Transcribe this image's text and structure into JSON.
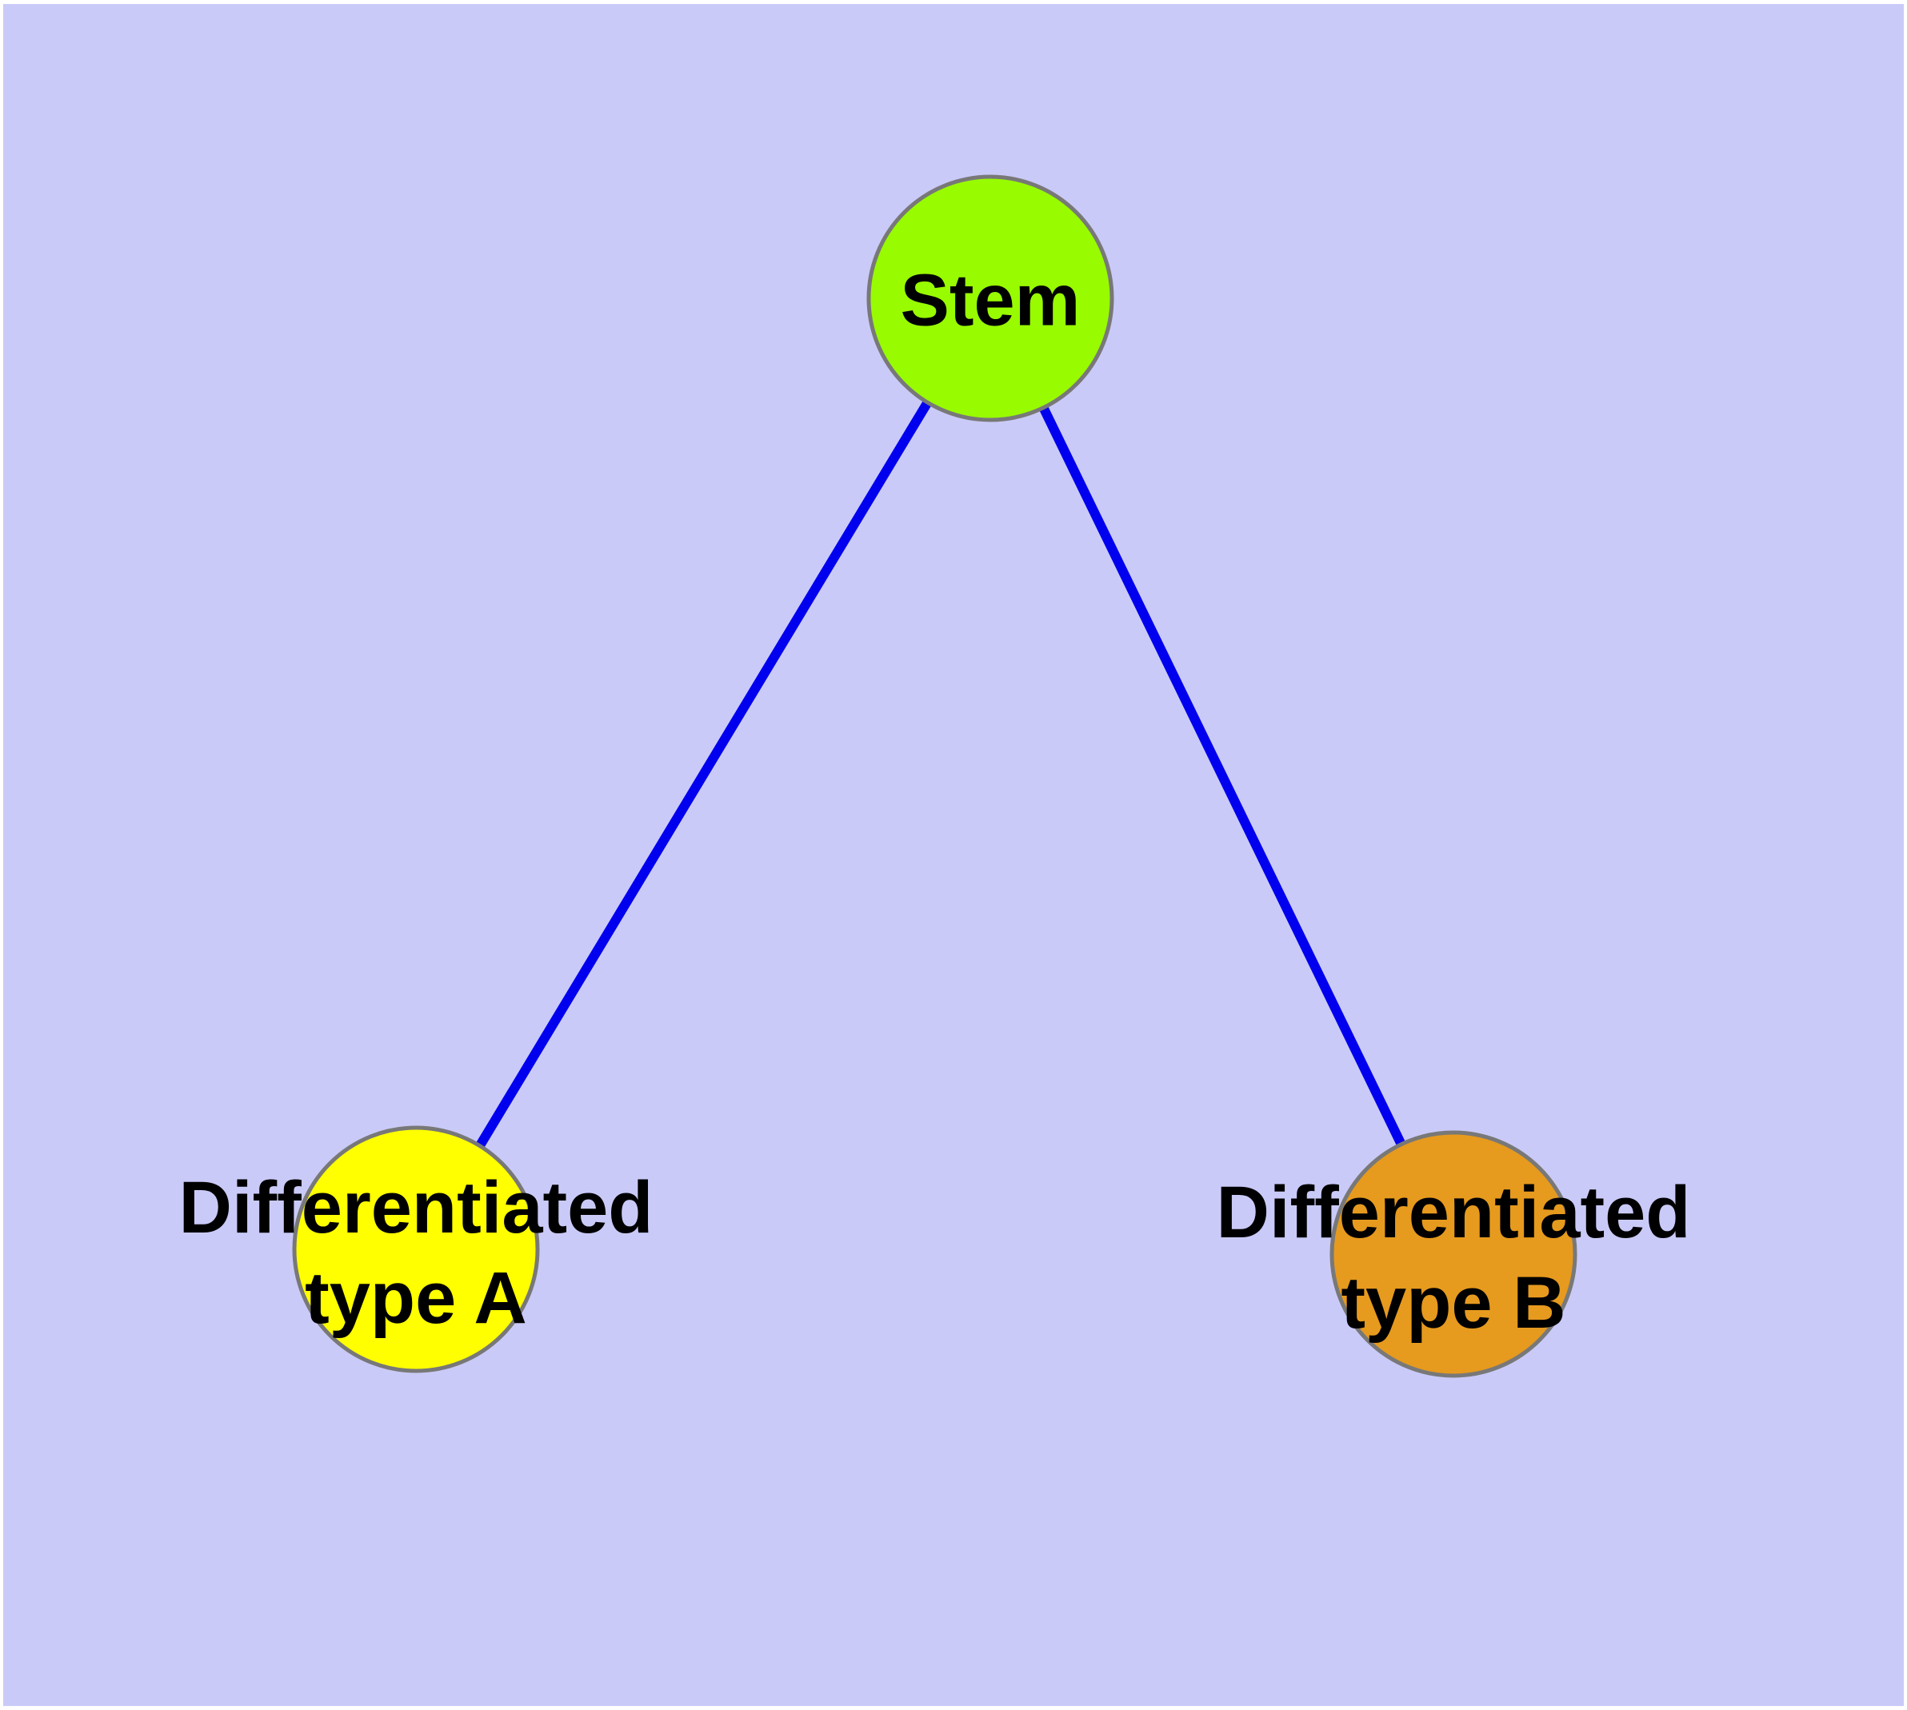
{
  "canvas": {
    "background_color": "#CACAF8",
    "frame_color": "#FFFFFF"
  },
  "graph": {
    "nodes": [
      {
        "id": "stem",
        "label": "Stem",
        "label_lines": [
          "Stem"
        ],
        "fill": "#98FB00",
        "border": "#787878"
      },
      {
        "id": "differentiated-type-a",
        "label": "Differentiated type A",
        "label_lines": [
          "Differentiated",
          "type A"
        ],
        "fill": "#FFFF00",
        "border": "#787878"
      },
      {
        "id": "differentiated-type-b",
        "label": "Differentiated type B",
        "label_lines": [
          "Differentiated",
          "type B"
        ],
        "fill": "#E69A1E",
        "border": "#787878"
      }
    ],
    "edges": [
      {
        "from": "stem",
        "to": "differentiated-type-a",
        "color": "#0000EE"
      },
      {
        "from": "stem",
        "to": "differentiated-type-b",
        "color": "#0000EE"
      }
    ]
  }
}
